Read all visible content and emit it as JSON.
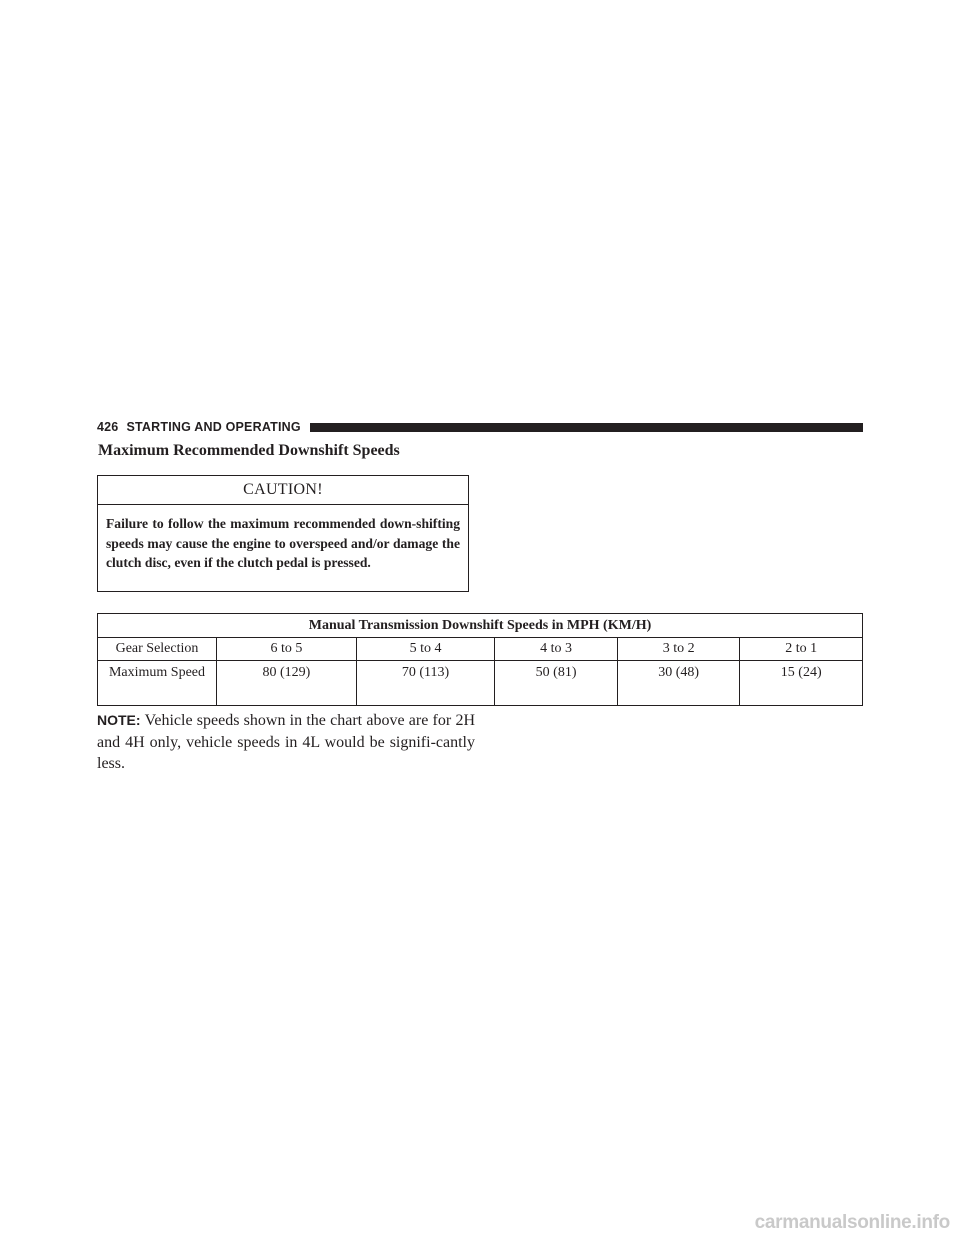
{
  "header": {
    "page_number": "426",
    "section_title": "STARTING AND OPERATING"
  },
  "heading": "Maximum Recommended Downshift Speeds",
  "caution": {
    "title": "CAUTION!",
    "text": "Failure to follow the maximum recommended down-shifting speeds may cause the engine to overspeed and/or damage the clutch disc, even if the clutch pedal is pressed."
  },
  "table": {
    "caption": "Manual Transmission Downshift Speeds in MPH (KM/H)",
    "header_label": "Gear Selection",
    "row_label": "Maximum Speed",
    "gears": [
      "6 to 5",
      "5 to 4",
      "4 to 3",
      "3 to 2",
      "2 to 1"
    ],
    "speeds": [
      "80 (129)",
      "70 (113)",
      "50 (81)",
      "30 (48)",
      "15 (24)"
    ]
  },
  "note": {
    "label": "NOTE:",
    "text": "Vehicle speeds shown in the chart above are for 2H and 4H only, vehicle speeds in 4L would be signifi-cantly less."
  },
  "watermark": "carmanualsonline.info"
}
